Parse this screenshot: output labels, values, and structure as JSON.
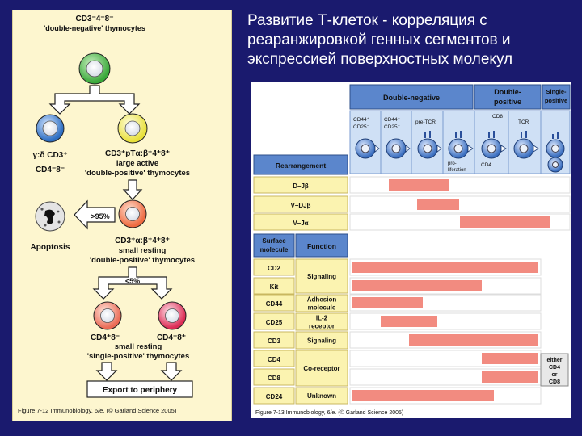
{
  "slide": {
    "title": "Развитие Т-клеток - корреляция с реаранжировкой генных сегментов и экспрессией поверхностных молекул"
  },
  "left_figure": {
    "dn_label_1": "CD3⁻4⁻8⁻",
    "dn_label_2": "'double-negative' thymocytes",
    "gd_label_1": "γ:δ CD3⁺",
    "gd_label_2": "CD4⁻8⁻",
    "dp_large_1": "CD3⁺pTα:β⁺4⁺8⁺",
    "dp_large_2": "large active",
    "dp_large_3": "'double-positive' thymocytes",
    "apoptosis_pct": ">95%",
    "apoptosis_label": "Apoptosis",
    "dp_small_1": "CD3⁺α:β⁺4⁺8⁺",
    "dp_small_2": "small resting",
    "dp_small_3": "'double-positive' thymocytes",
    "survival_pct": "<5%",
    "sp_cd4": "CD4⁺8⁻",
    "sp_cd8": "CD4⁻8⁺",
    "sp_1": "small resting",
    "sp_2": "'single-positive' thymocytes",
    "export_label": "Export to periphery",
    "caption": "Figure 7-12 Immunobiology, 6/e. (© Garland Science 2005)"
  },
  "right_figure": {
    "header_dn": "Double-negative",
    "header_dp_1": "Double-",
    "header_dp_2": "positive",
    "header_sp_1": "Single-",
    "header_sp_2": "positive",
    "stage1_1": "CD44⁺",
    "stage1_2": "CD25⁻",
    "stage2_1": "CD44⁺",
    "stage2_2": "CD25⁺",
    "stage_pretcr": "pre-TCR",
    "stage_prolif_1": "pro-",
    "stage_prolif_2": "liferation",
    "stage_cd8": "CD8",
    "stage_cd4": "CD4",
    "stage_tcr": "TCR",
    "rearr_header": "Rearrangement",
    "rearr_rows": [
      "D–Jβ",
      "V–DJβ",
      "V–Jα"
    ],
    "surface_header_1": "Surface",
    "surface_header_2": "molecule",
    "function_header": "Function",
    "molecules": [
      "CD2",
      "Kit",
      "CD44",
      "CD25",
      "CD3",
      "CD4",
      "CD8",
      "CD24"
    ],
    "functions": [
      "Signaling",
      "Adhesion molecule",
      "IL-2 receptor",
      "Signaling",
      "Co-receptor",
      "Unknown"
    ],
    "either_1": "either",
    "either_2": "CD4",
    "either_3": "or",
    "either_4": "CD8",
    "caption": "Figure 7-13 Immunobiology, 6/e. (© Garland Science 2005)"
  },
  "colors": {
    "background": "#1a1a6e",
    "cream": "#fdf6cf",
    "blue_header": "#5b86cc",
    "label_yellow": "#fbf3b0",
    "bar_pink": "#f28b80",
    "cell_green": "#52b84a",
    "cell_blue": "#3b78c8",
    "cell_yellow": "#f4f05a",
    "cell_orange": "#f07a52",
    "cell_pink": "#e63a60"
  }
}
